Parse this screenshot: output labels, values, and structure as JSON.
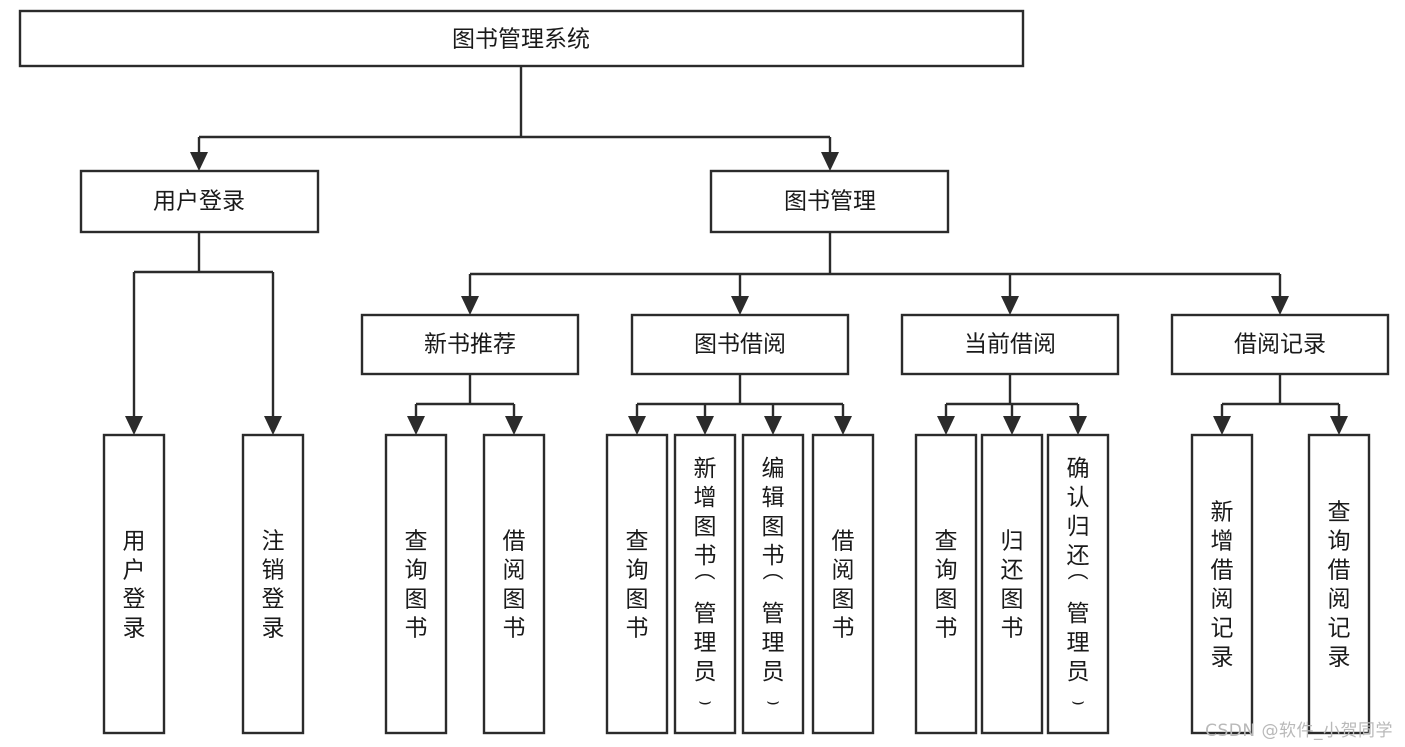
{
  "diagram": {
    "type": "tree-hierarchy",
    "title": "图书管理系统",
    "watermark": "CSDN @软件_小贺同学",
    "colors": {
      "stroke": "#2b2b2b",
      "fill": "#ffffff",
      "text": "#1a1a1a",
      "watermark": "#b9b9b9",
      "background": "#ffffff"
    },
    "levels": [
      {
        "level": 1,
        "nodes": [
          {
            "id": "root",
            "label": "图书管理系统",
            "orientation": "horizontal"
          }
        ]
      },
      {
        "level": 2,
        "nodes": [
          {
            "id": "user-login",
            "label": "用户登录",
            "orientation": "horizontal",
            "parent": "root"
          },
          {
            "id": "book-manage",
            "label": "图书管理",
            "orientation": "horizontal",
            "parent": "root"
          }
        ]
      },
      {
        "level": 3,
        "nodes": [
          {
            "id": "new-book-rec",
            "label": "新书推荐",
            "orientation": "horizontal",
            "parent": "book-manage"
          },
          {
            "id": "book-borrow",
            "label": "图书借阅",
            "orientation": "horizontal",
            "parent": "book-manage"
          },
          {
            "id": "current-borrow",
            "label": "当前借阅",
            "orientation": "horizontal",
            "parent": "book-manage"
          },
          {
            "id": "borrow-record",
            "label": "借阅记录",
            "orientation": "horizontal",
            "parent": "book-manage"
          }
        ]
      },
      {
        "level": 4,
        "nodes": [
          {
            "id": "leaf-user-login",
            "label": "用户登录",
            "orientation": "vertical",
            "parent": "user-login"
          },
          {
            "id": "leaf-user-logout",
            "label": "注销登录",
            "orientation": "vertical",
            "parent": "user-login"
          },
          {
            "id": "leaf-rec-query",
            "label": "查询图书",
            "orientation": "vertical",
            "parent": "new-book-rec"
          },
          {
            "id": "leaf-rec-borrow",
            "label": "借阅图书",
            "orientation": "vertical",
            "parent": "new-book-rec"
          },
          {
            "id": "leaf-borrow-query",
            "label": "查询图书",
            "orientation": "vertical",
            "parent": "book-borrow"
          },
          {
            "id": "leaf-borrow-add",
            "label": "新增图书（管理员）",
            "orientation": "vertical",
            "parent": "book-borrow"
          },
          {
            "id": "leaf-borrow-edit",
            "label": "编辑图书（管理员）",
            "orientation": "vertical",
            "parent": "book-borrow"
          },
          {
            "id": "leaf-borrow-borrow",
            "label": "借阅图书",
            "orientation": "vertical",
            "parent": "book-borrow"
          },
          {
            "id": "leaf-cur-query",
            "label": "查询图书",
            "orientation": "vertical",
            "parent": "current-borrow"
          },
          {
            "id": "leaf-cur-return",
            "label": "归还图书",
            "orientation": "vertical",
            "parent": "current-borrow"
          },
          {
            "id": "leaf-cur-confirm",
            "label": "确认归还（管理员）",
            "orientation": "vertical",
            "parent": "current-borrow"
          },
          {
            "id": "leaf-rec-add",
            "label": "新增借阅记录",
            "orientation": "vertical",
            "parent": "borrow-record"
          },
          {
            "id": "leaf-rec-search",
            "label": "查询借阅记录",
            "orientation": "vertical",
            "parent": "borrow-record"
          }
        ]
      }
    ]
  }
}
